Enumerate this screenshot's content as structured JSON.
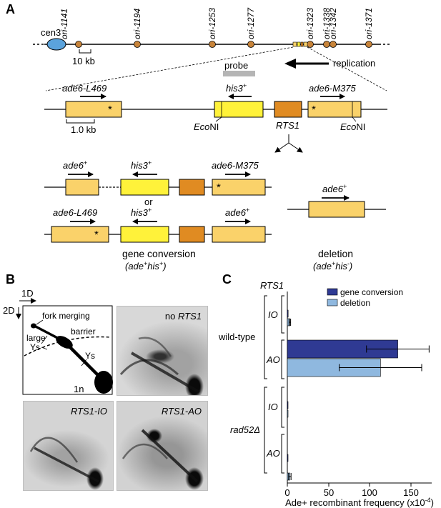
{
  "panelA": {
    "letter": "A",
    "chromosome": {
      "cen": "cen3",
      "origins": [
        "ori-1141",
        "ori-1194",
        "ori-1253",
        "ori-1277",
        "ori-1323",
        "ori-1338",
        "ori-1342",
        "ori-1371"
      ],
      "scale": "10 kb",
      "replication": "replication"
    },
    "locus": {
      "probe": "probe",
      "gene_left": "ade6-L469",
      "gene_his": "his3",
      "gene_right": "ade6-M375",
      "site": "Eco",
      "site_suffix": "NI",
      "rts": "RTS1",
      "scale": "1.0 kb",
      "star": "*"
    },
    "products": {
      "p1_left": "ade6",
      "p1_his": "his3",
      "p1_right": "ade6-M375",
      "or": "or",
      "p2_left": "ade6-L469",
      "p2_his": "his3",
      "p2_right": "ade6",
      "deletion_gene": "ade6",
      "gc_title": "gene conversion",
      "gc_sub_a": "(ade",
      "gc_sub_b": "his",
      "gc_sub_c": ")",
      "del_title": "deletion",
      "del_sub_a": "(ade",
      "del_sub_b": "his",
      "del_sub_c": ")",
      "plus": "+",
      "minus": "-"
    },
    "colors": {
      "gene": "#fad26a",
      "his": "#fff23a",
      "rts": "#e08b22",
      "ori": "#c8843a",
      "cen": "#5ba3dc"
    }
  },
  "panelB": {
    "letter": "B",
    "dim1": "1D",
    "dim2": "2D",
    "schematic": {
      "fork_merging": "fork merging",
      "barrier": "barrier",
      "large_ys_1": "large",
      "large_ys_2": "Ys",
      "ys": "Ys",
      "one_n": "1n"
    },
    "gels": [
      {
        "prefix": "no ",
        "name": "RTS1"
      },
      {
        "prefix": "",
        "name": "RTS1-IO"
      },
      {
        "prefix": "",
        "name": "RTS1-AO"
      }
    ]
  },
  "panelC": {
    "letter": "C",
    "rts_header": "RTS1",
    "legend": [
      "gene conversion",
      "deletion"
    ],
    "colors": {
      "gene_conversion": "#2f3a93",
      "deletion": "#8fb8df"
    },
    "groups": [
      "wild-type",
      "rad52Δ"
    ],
    "orientations": [
      "IO",
      "AO",
      "IO",
      "AO"
    ],
    "xlabel": "Ade+ recombinant frequency (x10",
    "xlabel_exp": "-4",
    "xlabel_end": ")"
  },
  "chart_data": {
    "type": "bar",
    "orientation": "horizontal",
    "categories": [
      "wild-type IO",
      "wild-type AO",
      "rad52Δ IO",
      "rad52Δ AO"
    ],
    "series": [
      {
        "name": "gene conversion",
        "values": [
          1,
          134,
          0.5,
          0.5
        ],
        "errors": [
          0.5,
          38,
          0.3,
          0.3
        ]
      },
      {
        "name": "deletion",
        "values": [
          3,
          113,
          0.5,
          3
        ],
        "errors": [
          1,
          50,
          0.3,
          1.5
        ]
      }
    ],
    "xlabel": "Ade+ recombinant frequency (x10-4)",
    "xlim": [
      0,
      175
    ],
    "xticks": [
      0,
      50,
      100,
      150
    ],
    "legend": "top-right"
  }
}
